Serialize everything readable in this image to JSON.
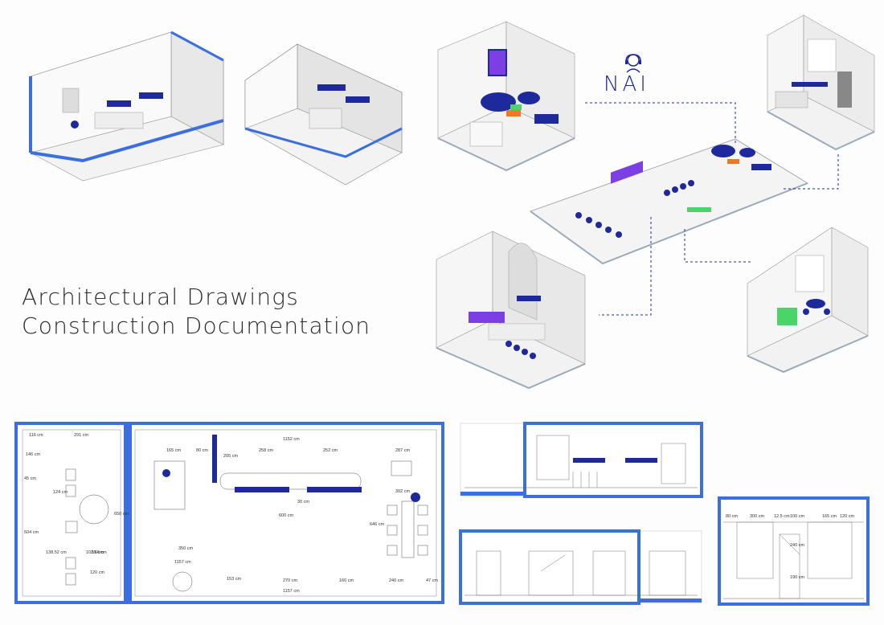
{
  "headline": {
    "line1": "Architectural Drawings",
    "line2": "Construction Documentation"
  },
  "logo": {
    "text": "NAI",
    "icon": "headset-person-icon"
  },
  "colors": {
    "accent": "#3b6fe0",
    "furniture": "#1e2a9c",
    "purple": "#7b3fe4",
    "green": "#4ad46a",
    "orange": "#e87a2a"
  },
  "plan": {
    "dims": [
      "1152 cm",
      "1157 cm",
      "291 cm",
      "116 cm",
      "258 cm",
      "252 cm",
      "287 cm",
      "392 cm",
      "600 cm",
      "646 cm",
      "270 cm",
      "160 cm",
      "240 cm",
      "47 cm",
      "350 cm",
      "165 cm",
      "80 cm",
      "30 cm",
      "205 cm",
      "153 cm",
      "146 cm",
      "504 cm",
      "650 cm",
      "102.66 cm",
      "138.52 cm",
      "240 cm",
      "45 cm",
      "55 cm",
      "120 cm",
      "124 cm"
    ]
  },
  "elevations": {
    "dims": [
      "80 cm",
      "300 cm",
      "12.5 cm",
      "100 cm",
      "165 cm",
      "120 cm",
      "240 cm",
      "190 cm"
    ]
  }
}
